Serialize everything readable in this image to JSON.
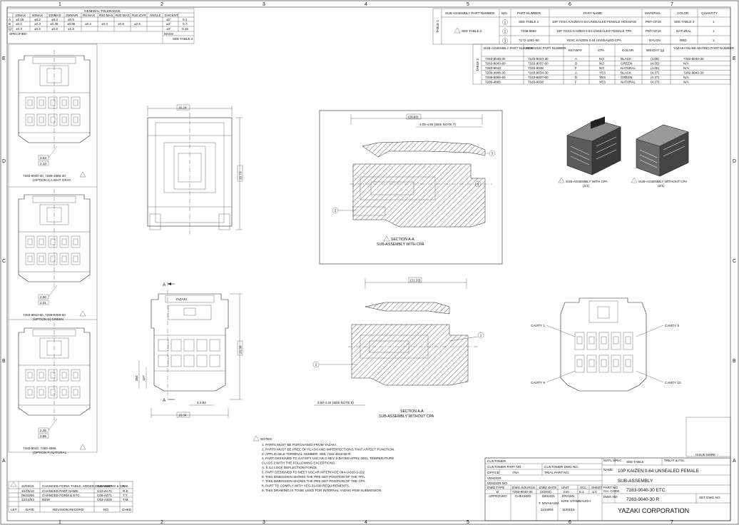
{
  "zones": {
    "columns": [
      "1",
      "2",
      "3",
      "4",
      "5",
      "6",
      "7"
    ],
    "rows": [
      "E",
      "D",
      "C",
      "B",
      "A"
    ]
  },
  "tolerance_table": {
    "title": "GENERAL TOLERANCE",
    "headers": [
      "10MAX",
      "50MAX",
      "100MAX",
      "250OVR",
      "R5 MAX",
      "R10 MAX",
      "R20 MAX",
      "R20 OVR",
      "ANGLE",
      "EXCENT"
    ],
    "rows": [
      {
        "grade": "A",
        "values": [
          "±0.15",
          "±0.2",
          "±0.3",
          "±0.5",
          "",
          "",
          "",
          "",
          "±2°",
          "0.1"
        ]
      },
      {
        "grade": "B",
        "values": [
          "±0.2",
          "±0.3",
          "±0.35",
          "±0.95",
          "±0.2",
          "±0.3",
          "±0.5",
          "±2.5",
          "±3°",
          "0.7"
        ]
      },
      {
        "grade": "C",
        "values": [
          "±0.3",
          "±0.5",
          "±0.8",
          "±1.4",
          "",
          "",
          "",
          "",
          "±3°",
          "0.15"
        ]
      }
    ],
    "specified": "SPECIFIED",
    "mass_label": "MASS",
    "mass_value": "SEE TABLE 2"
  },
  "sub_assembly_table": {
    "side_label": "TABLE 1",
    "headers": [
      "SUB-ASSEMBLY PART NUMBER",
      "NO.",
      "PART NUMBER",
      "PART NAME",
      "MATERIAL",
      "COLOR",
      "QUANTITY"
    ],
    "see_table": "SEE TABLE 2",
    "rows": [
      {
        "no": "1",
        "part": "SEE TABLE 2",
        "name": "10P YESC KAIZEN 0.64 UNSEALED FEMALE HOUSING",
        "material": "PBT-GF15",
        "color": "SEE TABLE 2",
        "qty": "1"
      },
      {
        "no": "2",
        "part": "7158-6582",
        "name": "10P YESC KAIZEN 0.64 UNSEALED FEMALE TPA",
        "material": "PBT-GF15",
        "color": "NATURAL",
        "qty": "1"
      },
      {
        "no": "3",
        "part": "7172-1081-50",
        "name": "YESC KAIZEN 0.64 UNSEALED CPA",
        "material": "NYLON",
        "color": "RED",
        "qty": "1"
      }
    ]
  },
  "options_table": {
    "side_label": "TABLE 2",
    "headers": [
      "SUB-ASSEMBLY PART NUMBER",
      "HOUSING PART NUMBER",
      "KEYWAY",
      "CPA",
      "COLOR",
      "WEIGHT (g)",
      "YAZAKI INLINE MATING PART NUMBER"
    ],
    "rows": [
      [
        "7283-9040-30",
        "7183-9034-30",
        "A",
        "NO",
        "BLACK",
        "(4.05)",
        "7282-9040-30"
      ],
      [
        "7283-9043-60",
        "7183-9037-60",
        "D",
        "NO",
        "GREEN",
        "(4.05)",
        "N/A"
      ],
      [
        "7283-9043",
        "7183-9038",
        "F",
        "NO",
        "NATURAL",
        "(4.05)",
        "N/A"
      ],
      [
        "7289-4886-30",
        "7183-9034-30",
        "A",
        "YES",
        "BLACK",
        "(4.37)",
        "7282-9040-30"
      ],
      [
        "7289-5068-60",
        "7183-9037-60",
        "D",
        "YES",
        "GREEN",
        "(4.37)",
        "N/A"
      ],
      [
        "7289-4885",
        "7183-9038",
        "F",
        "YES",
        "NATURAL",
        "(4.37)",
        "N/A"
      ]
    ]
  },
  "left_views": [
    {
      "caption1": "7283-9040-30,  7289-4886-30",
      "caption2": "(OPTION A)  LIGHT GRAY",
      "dims": [
        "0.63",
        "2.13"
      ]
    },
    {
      "caption1": "7283-9043-60,  7289-5068-60",
      "caption2": "(OPTION D)  GREEN",
      "dims": [
        "2.90",
        "2.01"
      ]
    },
    {
      "caption1": "7283-9043,  7289-4885",
      "caption2": "(OPTION F)  NATURAL",
      "dims": [
        "2.35",
        "0.96"
      ]
    }
  ],
  "front_view_dims": {
    "width": "16.24",
    "height": "20.73"
  },
  "lower_front_dims": {
    "height": "20.38",
    "d1": "384",
    "d2": "137",
    "d3": "4.2.54",
    "width": "16.04",
    "label_a": "A"
  },
  "section_upper": {
    "dim_top": "(28.60)",
    "dim_note": "3.05-4.85 (SEE NOTE 7)",
    "title": "SECTION A-A",
    "subtitle": "SUB-ASSEMBLY WITH CPA",
    "callouts": [
      "1",
      "2",
      "3"
    ]
  },
  "section_lower": {
    "dim_top": "(21.33)",
    "dim_note": "3.60-4.25 (SEE NOTE 6)",
    "title": "SECTION A-A",
    "subtitle": "SUB-ASSEMBLY WITHOUT CPA",
    "callouts": [
      "1",
      "2"
    ]
  },
  "iso_views": [
    {
      "label": "SUB-ASSEMBLY WITH CPA",
      "sub": "(2/1)"
    },
    {
      "label": "SUB-ASSEMBLY WITHOUT CPA",
      "sub": "(2/1)"
    }
  ],
  "cavity_view": {
    "labels": [
      "CAVITY 1",
      "CAVITY 5",
      "CAVITY 6",
      "CAVITY 10"
    ]
  },
  "notes": {
    "title": "NOTES:",
    "items": [
      "1.   PARTS MUST BE PURCHASED FROM YAZAKI.",
      "2.   PARTS MUST BE FREE OF FLASH AND IMPERFECTIONS THAT AFFECT FUNCTION.",
      "3.   APPLICABLE TERMINAL NUMBER:  SEE  7116-4618-02-R",
      "4.   PART DESIGNED TO SATISFY USCAR-2  REV. 5  DATED APRIL 2001, TEMPERATURE",
      "      CLASS 2 WITH THE FOLLOWING EXCEPTIONS:",
      "        A.        5.4.2 LOCK DEFLECTION FORCE",
      "5.   PART DESIGNED TO MEET USCAR INTERFACE   064-U-010-2-222",
      "6.   THIS DIMENSION SHOWS THE PRE-SET POSITION OF THE TPA.",
      "7.   THIS DIMENSION SHOWS THE PRE-SET POSITION OF THE CPA.",
      "8.   PART TO COMPLY WITH YES-31-038 REQUIREMENTS.",
      "9.   THIS DRAWING IS TO BE USED FOR INTERNAL YAZAKI PSW SUBMISSION."
    ]
  },
  "revision_table": {
    "rows": [
      [
        "11/03/15",
        "CHANGED FORM, TABLE, ADDED DIMENSIONS & CPA",
        "C15-A667",
        "K.S."
      ],
      [
        "10/15/10",
        "CHANGED PART NAME",
        "C10-ZA71",
        "R.E."
      ],
      [
        "06/22/06",
        "CHANGED FORM & ETC.",
        "C06-A671",
        "T.Y."
      ],
      [
        "12/12/03",
        "NEW",
        "C03-A329",
        "T.M."
      ]
    ],
    "footer": [
      "LET",
      "DATE",
      "REVISION RECORD",
      "NO.",
      "CHKD"
    ]
  },
  "title_block": {
    "customer": "CUSTOMER",
    "customer_part": "CUSTOMER PART NO.",
    "customer_dwg": "CUSTOMER DWG NO.",
    "office": "OFFICE",
    "office_val": "YNA",
    "trial_part": "TRIAL PART NO.",
    "vendor": "VENDOR",
    "vendor_no": "VENDOR NO.",
    "dwg_type": "DWG TYPE",
    "dwg_source": "DWG SOURCE",
    "dwg_date": "DWG DATE",
    "unit": "UNIT",
    "scale": "SCL",
    "sheet": "SHEET",
    "dwg_type_val": "B",
    "dwg_source_val": "7283-9040-30",
    "dwg_date_val": "(2/2/03)",
    "unit_val": "mm",
    "scale_val": "5:1",
    "sheet_val": "1/1",
    "approved": "APPROVED",
    "checked": "CHECKED",
    "design": "DESIGN",
    "drawn": "DRAWN",
    "designer": "T. MIYAKAWA",
    "drawer": "KIRK STAMBAUGH",
    "date1": "11/03/03",
    "date2": "11/03/15",
    "matl_spec": "MATL SPEC.",
    "matl_val": "SEE TABLE",
    "treat": "TREAT & FIN.",
    "name_label": "NAME",
    "name1": "10P KAIZEN 0.64 UNSEALED FEMALE",
    "name2": "SUB-ASSEMBLY",
    "part_no_label": "PART NO.",
    "ch_code": "CH. CODE",
    "part_no": "7283-9040-30 ETC.",
    "dwg_no_label": "DWG NO.",
    "dwg_no": "7283-9040-30 R",
    "set_dwg": "SET DWG NO.",
    "company": "YAZAKI CORPORATION",
    "issue_mark": "ISSUE MARK"
  }
}
